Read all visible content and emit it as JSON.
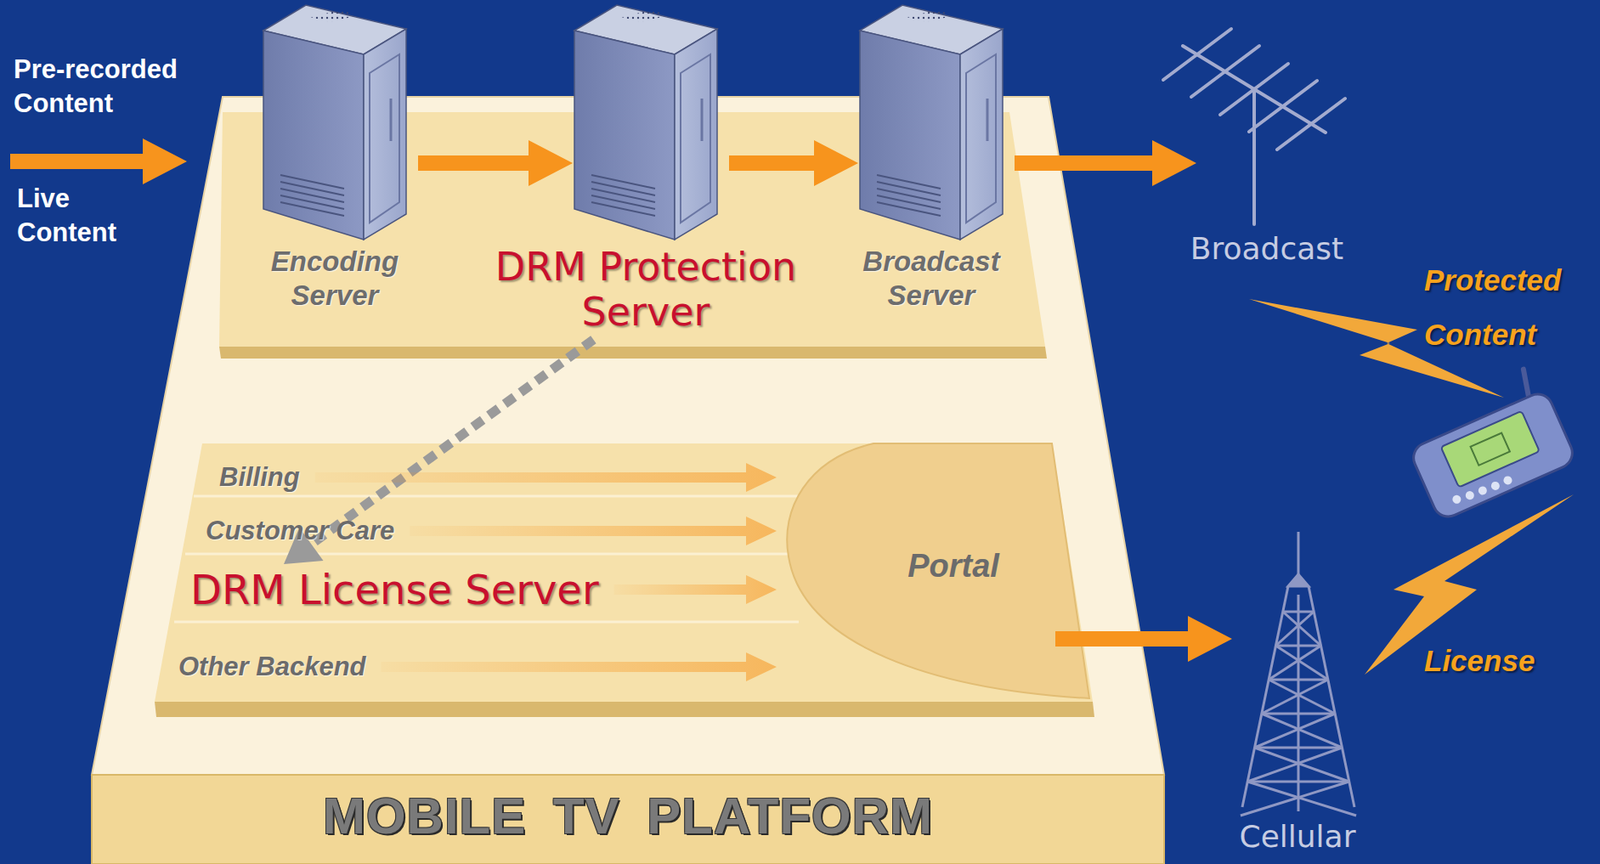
{
  "diagram": {
    "nodes": [
      {
        "text": [
          "MOBILE TV PLATFORM"
        ]
      },
      {
        "text": [
          "Encoding Server"
        ],
        "in": 0
      },
      {
        "text": [
          "DRM Protection Server"
        ],
        "in": 0
      },
      {
        "text": [
          "Broadcast Server"
        ],
        "in": 0
      },
      {
        "text": [
          "Billing"
        ],
        "in": 0
      },
      {
        "text": [
          "Customer Care"
        ],
        "in": 0
      },
      {
        "text": [
          "DRM License Server"
        ],
        "in": 0
      },
      {
        "text": [
          "Other Backend"
        ],
        "in": 0
      },
      {
        "text": [
          "Portal"
        ],
        "in": 0
      },
      {
        "text": [
          "Broadcast"
        ]
      },
      {
        "text": [
          "Cellular"
        ]
      }
    ],
    "edges": [
      {
        "from": 1,
        "to": 2,
        "arrow": "to"
      },
      {
        "from": 2,
        "to": 3,
        "arrow": "to"
      },
      {
        "from": 3,
        "to": 9,
        "arrow": "to"
      },
      {
        "from": 2,
        "to": 6,
        "arrow": "to"
      },
      {
        "from": 4,
        "to": 8,
        "arrow": "to"
      },
      {
        "from": 5,
        "to": 8,
        "arrow": "to"
      },
      {
        "from": 6,
        "to": 8,
        "arrow": "to"
      },
      {
        "from": 7,
        "to": 8,
        "arrow": "to"
      },
      {
        "from": 8,
        "to": 10,
        "arrow": "to"
      }
    ],
    "labels": [
      "Pre-recorded Content",
      "Live Content",
      "Protected Content",
      "License"
    ]
  }
}
